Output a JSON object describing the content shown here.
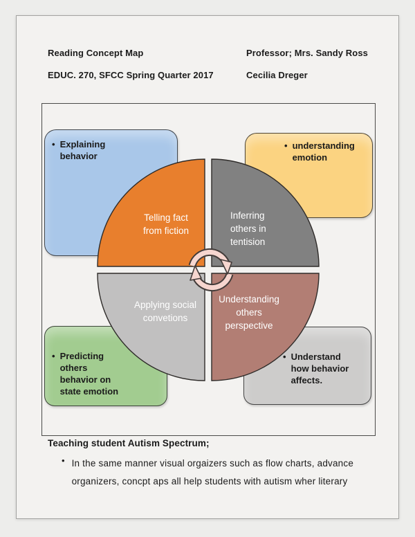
{
  "header": {
    "title": "Reading Concept Map",
    "course": "EDUC. 270, SFCC Spring Quarter 2017",
    "professor": "Professor; Mrs. Sandy Ross",
    "author": "Cecilia Dreger"
  },
  "bullet_char": "•",
  "diagram": {
    "corner_boxes": [
      {
        "position": "top-left",
        "color": "#A9C7E9",
        "lines": [
          "Explaining",
          "behavior"
        ]
      },
      {
        "position": "top-right",
        "color": "#FBD381",
        "lines": [
          "understanding",
          "emotion"
        ]
      },
      {
        "position": "bottom-left",
        "color": "#A2CC90",
        "lines": [
          "Predicting",
          "others",
          "behavior on",
          "state emotion"
        ]
      },
      {
        "position": "bottom-right",
        "color": "#CDCCCB",
        "lines": [
          "Understand",
          "how behavior",
          "affects."
        ]
      }
    ],
    "quadrants": [
      {
        "position": "top-left",
        "color": "#E87F2D",
        "lines": [
          "Telling fact",
          "from fiction"
        ]
      },
      {
        "position": "top-right",
        "color": "#818181",
        "lines": [
          "Inferring",
          "others in",
          "tentision"
        ]
      },
      {
        "position": "bottom-left",
        "color": "#C1C0C0",
        "lines": [
          "Applying social",
          "convetions"
        ]
      },
      {
        "position": "bottom-right",
        "color": "#B27E74",
        "lines": [
          "Understanding",
          "others",
          "perspective"
        ]
      }
    ],
    "center_icon": {
      "name": "cycle-arrows-icon",
      "fill": "#F6D6CF",
      "outline": "#423B39"
    }
  },
  "footer": {
    "heading": "Teaching student Autism Spectrum;",
    "bullet_lines": [
      "In the same manner visual orgaizers such as flow charts, advance",
      "organizers, concpt aps all help students with autism wher literary"
    ]
  }
}
